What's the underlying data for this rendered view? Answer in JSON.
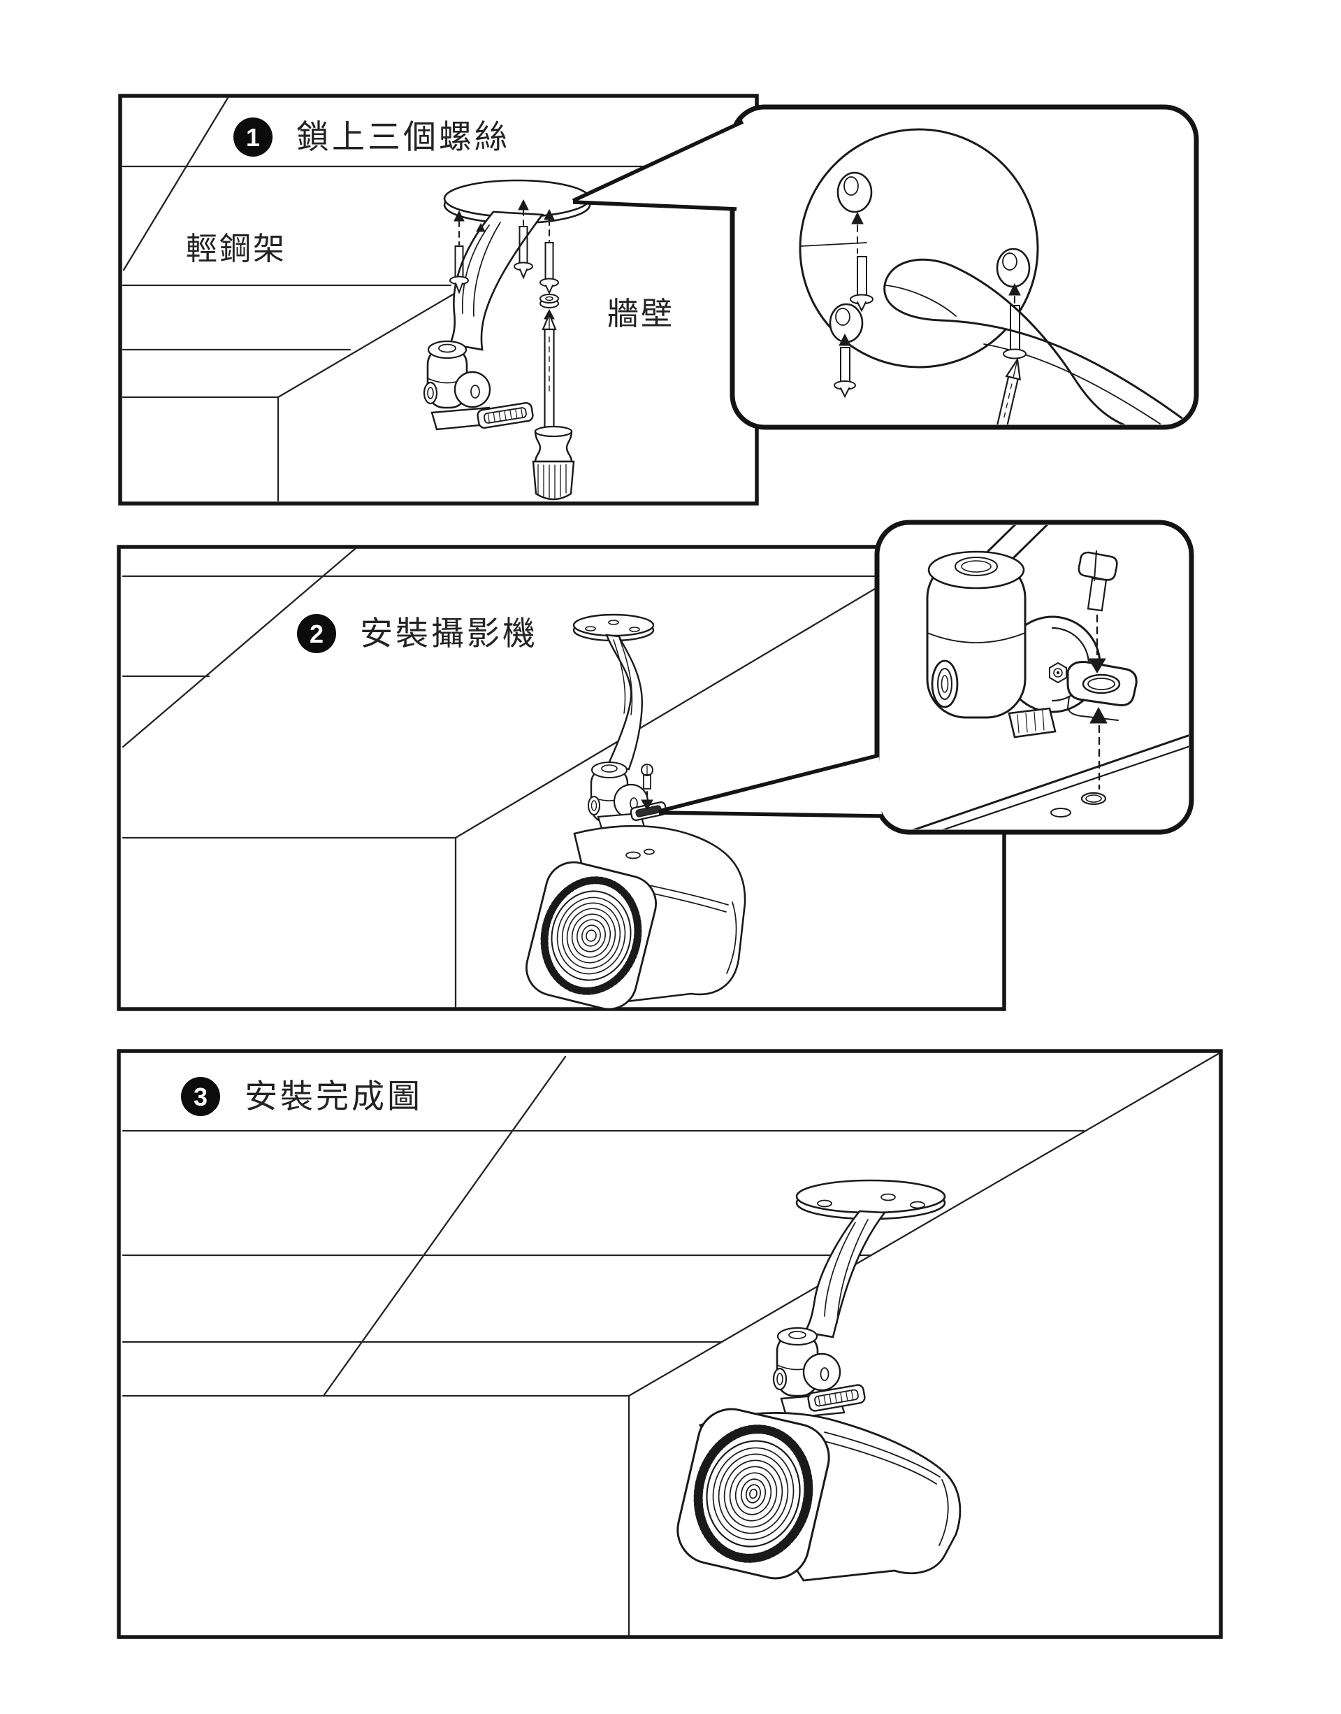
{
  "document": {
    "kind": "camera-mount-installation-instructions",
    "ink_color": "#1a1a1a",
    "background": "#ffffff"
  },
  "steps": [
    {
      "number": "1",
      "title": "鎖上三個螺絲",
      "labels": [
        {
          "text": "輕鋼架"
        },
        {
          "text": "牆壁"
        }
      ],
      "callout": "close-up of mounting plate with three screws and screwdriver"
    },
    {
      "number": "2",
      "title": "安裝攝影機",
      "labels": [],
      "callout": "close-up of bracket foot screwed onto camera top holes"
    },
    {
      "number": "3",
      "title": "安裝完成圖",
      "labels": [],
      "callout": ""
    }
  ]
}
